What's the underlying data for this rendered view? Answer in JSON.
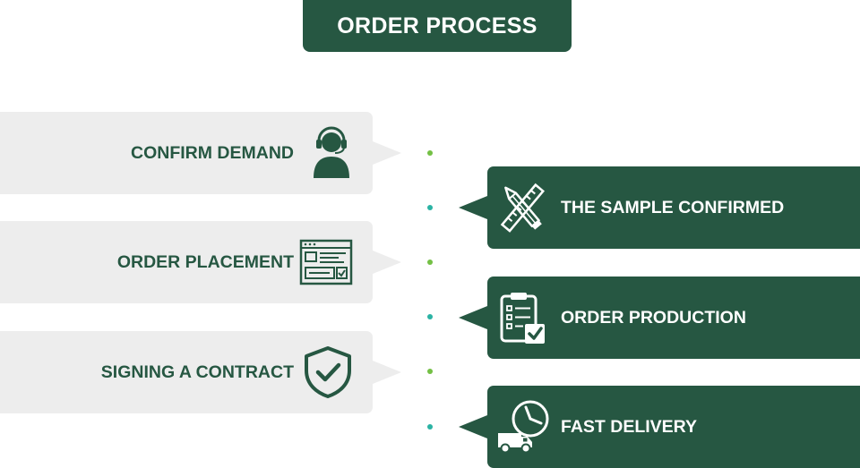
{
  "title": "ORDER PROCESS",
  "steps": [
    {
      "label": "CONFIRM DEMAND",
      "icon": "customer-service-icon"
    },
    {
      "label": "THE SAMPLE CONFIRMED",
      "icon": "pencil-ruler-icon"
    },
    {
      "label": "ORDER PLACEMENT",
      "icon": "web-form-icon"
    },
    {
      "label": "ORDER PRODUCTION",
      "icon": "clipboard-checklist-icon"
    },
    {
      "label": "SIGNING A CONTRACT",
      "icon": "shield-check-icon"
    },
    {
      "label": "FAST DELIVERY",
      "icon": "delivery-truck-clock-icon"
    }
  ],
  "colors": {
    "primary": "#265742",
    "light_card": "#ededed",
    "dot_green": "#74c045",
    "dot_teal": "#2bb3a4"
  }
}
